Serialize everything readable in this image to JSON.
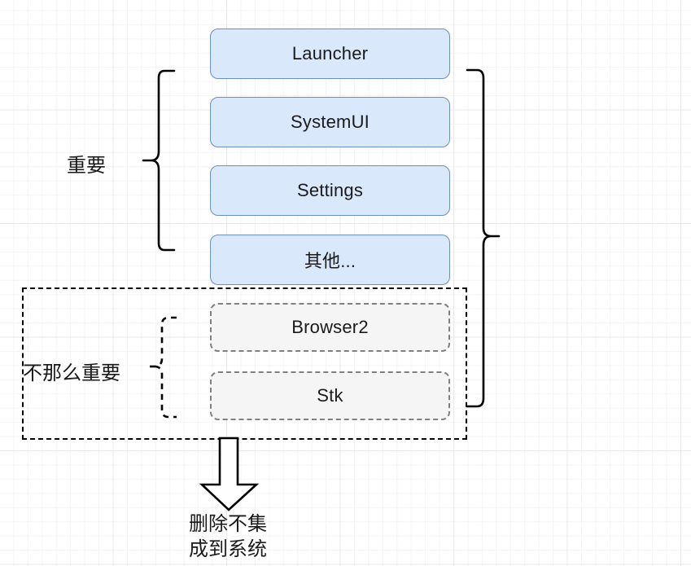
{
  "diagram": {
    "title_text_absent": true,
    "colors": {
      "box_fill": "#dae8fc",
      "box_border": "#6c8ebf",
      "dashed_box_fill": "#f5f5f5",
      "dashed_box_border": "#808080",
      "dashed_group_border": "#000000",
      "text": "#1a1a1a",
      "brace": "#000000",
      "grid_minor": "#f4f4f4",
      "grid_major": "#e8e8e8",
      "canvas": "#ffffff"
    },
    "important_group": {
      "label": "重要",
      "brace_style": "solid",
      "items": [
        {
          "label": "Launcher"
        },
        {
          "label": "SystemUI"
        },
        {
          "label": "Settings"
        },
        {
          "label": "其他..."
        }
      ]
    },
    "less_important_group": {
      "label": "不那么重要",
      "brace_style": "dashed",
      "container_style": "dashed",
      "items": [
        {
          "label": "Browser2"
        },
        {
          "label": "Stk"
        }
      ]
    },
    "outcome_arrow": {
      "direction": "down",
      "style": "hollow-block-arrow",
      "caption_line1": "删除不集",
      "caption_line2": "成到系统"
    },
    "right_brace": {
      "style": "solid",
      "spans": "all-items"
    },
    "icons": {
      "left_brace": "curly-brace-left-icon",
      "right_brace": "curly-brace-right-icon",
      "dashed_brace": "curly-brace-dashed-icon",
      "down_arrow": "block-arrow-down-icon"
    }
  }
}
